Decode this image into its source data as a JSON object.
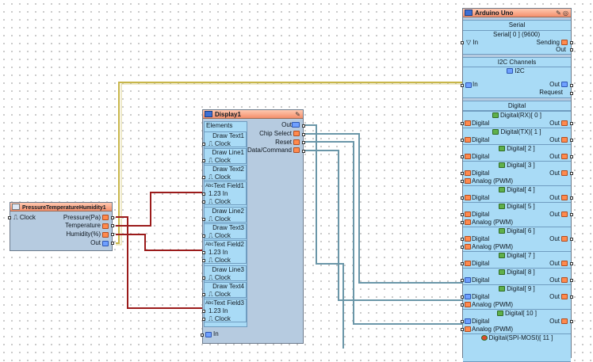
{
  "pressure_component": {
    "title": "PressureTemperatureHumidity1",
    "input_clock": "Clock",
    "outputs": [
      "Pressure(Pa)",
      "Temperature",
      "Humidity(%)",
      "Out"
    ]
  },
  "display": {
    "title": "Display1",
    "elements_label": "Elements",
    "outputs": [
      "Out",
      "Chip Select",
      "Reset",
      "Data/Command"
    ],
    "items": [
      {
        "name": "Draw Text1",
        "type": "draw",
        "pins": [
          "Clock"
        ]
      },
      {
        "name": "Draw Line1",
        "type": "draw",
        "pins": [
          "Clock"
        ]
      },
      {
        "name": "Draw Text2",
        "type": "draw",
        "pins": [
          "Clock"
        ]
      },
      {
        "name": "Text Field1",
        "type": "text",
        "pins": [
          "In",
          "Clock"
        ]
      },
      {
        "name": "Draw Line2",
        "type": "draw",
        "pins": [
          "Clock"
        ]
      },
      {
        "name": "Draw Text3",
        "type": "draw",
        "pins": [
          "Clock"
        ]
      },
      {
        "name": "Text Field2",
        "type": "text",
        "pins": [
          "In",
          "Clock"
        ]
      },
      {
        "name": "Draw Line3",
        "type": "draw",
        "pins": [
          "Clock"
        ]
      },
      {
        "name": "Draw Text4",
        "type": "draw",
        "pins": [
          "Clock"
        ]
      },
      {
        "name": "Text Field3",
        "type": "text",
        "pins": [
          "In",
          "Clock"
        ]
      }
    ],
    "bottom_in": "In"
  },
  "arduino": {
    "title": "Arduino Uno",
    "serial": {
      "title": "Serial",
      "sub": "Serial[ 0 ] (9600)",
      "in": "In",
      "sending": "Sending",
      "out": "Out"
    },
    "i2c": {
      "title": "I2C Channels",
      "sub": "I2C",
      "in": "In",
      "out": "Out",
      "request": "Request"
    },
    "digital": {
      "title": "Digital",
      "pins": [
        {
          "sub": "Digital(RX)[ 0 ]",
          "rows": [
            "Digital"
          ]
        },
        {
          "sub": "Digital(TX)[ 1 ]",
          "rows": [
            "Digital"
          ]
        },
        {
          "sub": "Digital[ 2 ]",
          "rows": [
            "Digital"
          ]
        },
        {
          "sub": "Digital[ 3 ]",
          "rows": [
            "Digital",
            "Analog (PWM)"
          ]
        },
        {
          "sub": "Digital[ 4 ]",
          "rows": [
            "Digital"
          ]
        },
        {
          "sub": "Digital[ 5 ]",
          "rows": [
            "Digital",
            "Analog (PWM)"
          ]
        },
        {
          "sub": "Digital[ 6 ]",
          "rows": [
            "Digital",
            "Analog (PWM)"
          ]
        },
        {
          "sub": "Digital[ 7 ]",
          "rows": [
            "Digital"
          ]
        },
        {
          "sub": "Digital[ 8 ]",
          "rows": [
            "Digital"
          ]
        },
        {
          "sub": "Digital[ 9 ]",
          "rows": [
            "Digital",
            "Analog (PWM)"
          ]
        },
        {
          "sub": "Digital[ 10 ]",
          "rows": [
            "Digital",
            "Analog (PWM)"
          ]
        },
        {
          "sub": "Digital(SPI-MOSI)[ 11 ]",
          "rows": []
        }
      ],
      "out": "Out"
    }
  },
  "colors": {
    "wire_red": "#9b1b1b",
    "wire_yellow": "#c8b64a",
    "wire_teal": "#6a96a8"
  }
}
